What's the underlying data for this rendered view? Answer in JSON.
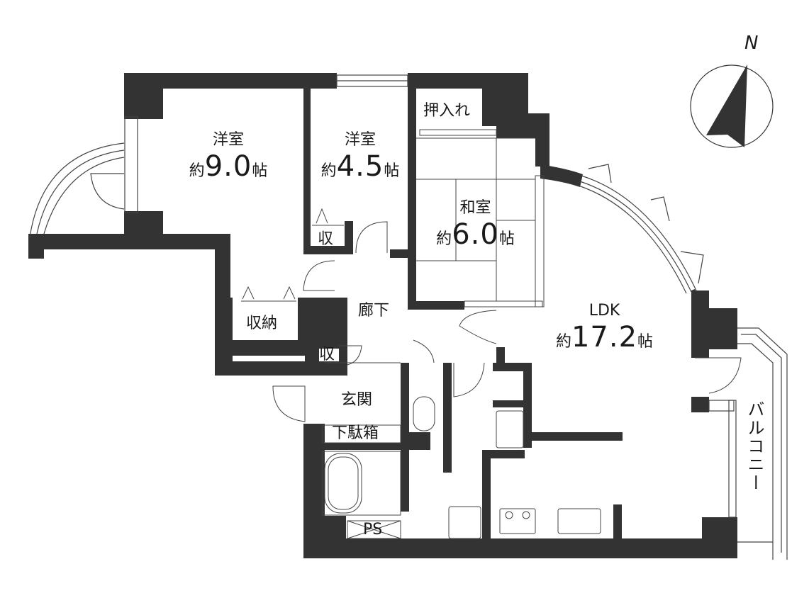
{
  "floor_plan": {
    "compass": {
      "label": "N",
      "icon": "north-arrow-icon"
    },
    "rooms": [
      {
        "id": "western-room-1",
        "name": "洋室",
        "prefix": "約",
        "size": "9.0",
        "unit": "帖"
      },
      {
        "id": "western-room-2",
        "name": "洋室",
        "prefix": "約",
        "size": "4.5",
        "unit": "帖"
      },
      {
        "id": "japanese-room",
        "name": "和室",
        "prefix": "約",
        "size": "6.0",
        "unit": "帖"
      },
      {
        "id": "ldk",
        "name": "LDK",
        "prefix": "約",
        "size": "17.2",
        "unit": "帖"
      }
    ],
    "labels": {
      "oshiire": "押入れ",
      "storage_small_1": "収",
      "storage_small_2": "収",
      "storage": "収納",
      "hallway": "廊下",
      "entrance": "玄関",
      "shoe_cabinet": "下駄箱",
      "pipe_space": "PS",
      "balcony": "バルコニー"
    },
    "colors": {
      "wall": "#333333",
      "line": "#444444",
      "background": "#ffffff"
    }
  }
}
